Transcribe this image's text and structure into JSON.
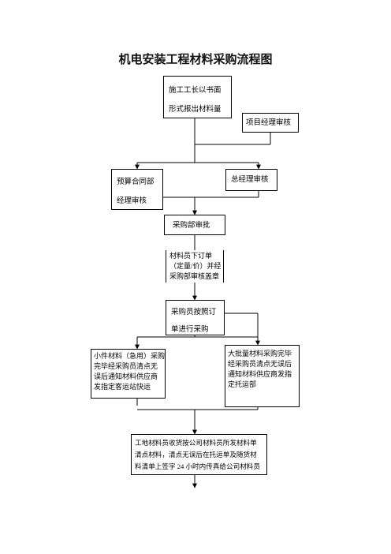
{
  "title": "机电安装工程材料采购流程图",
  "nodes": {
    "foreman": [
      "施工工长以书面",
      "形式报出材料量"
    ],
    "pm_review": "项目经理审核",
    "budget_dept": [
      "预算合同部",
      "经理审核"
    ],
    "gm_review": "总经理审核",
    "procurement_approval": "采购部审批",
    "material_order": [
      "材料员下订单",
      "（定量/价）并经",
      "采购部审核盖章"
    ],
    "buyer_purchase": [
      "采购员按照订",
      "单进行采购"
    ],
    "small_batch": [
      "小件材料（急用）采购",
      "完毕经采购员清点无",
      "误后通知材料供应商",
      "发指定客运站快运"
    ],
    "large_batch": [
      "大批量材料采购完毕",
      "经采购员清点无误后",
      "通知材料供应商发指",
      "定托运部"
    ],
    "site_receipt": [
      "工地材料员收货按公司材料员所发材料单",
      "清点材料，清点无误后在托运单及随货材",
      "料清单上签字 24 小时内传真给公司材料员"
    ]
  }
}
